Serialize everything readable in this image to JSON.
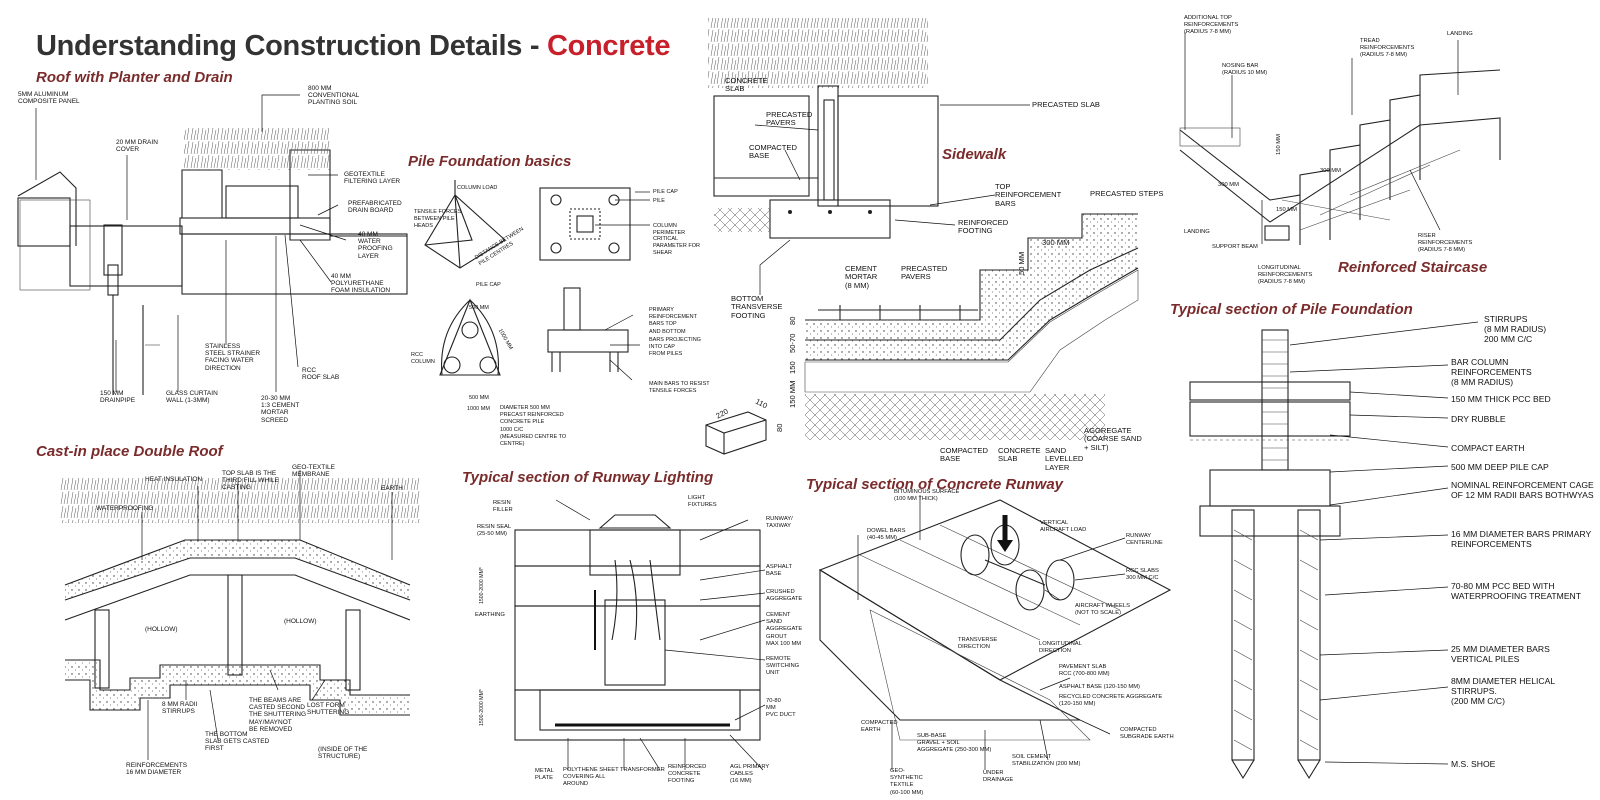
{
  "title": {
    "main": "Understanding Construction Details - ",
    "accent": "Concrete"
  },
  "colors": {
    "title": "#333333",
    "accent": "#c8202b",
    "section": "#7a2b2b"
  },
  "sections": {
    "roof": {
      "heading": "Roof with Planter and Drain",
      "labels": {
        "alu": "5MM ALUMINUM\nCOMPOSITE PANEL",
        "soil": "800 MM\nCONVENTIONAL\nPLANTING SOIL",
        "drain_cover": "20 MM DRAIN\nCOVER",
        "geotextile": "GEOTEXTILE\nFILTERING LAYER",
        "drain_board": "PREFABRICATED\nDRAIN BOARD",
        "waterproof": "40 MM\nWATER\nPROOFING\nLAYER",
        "foam": "40 MM\nPOLYURETHANE\nFOAM INSULATION",
        "strainer": "STAINLESS\nSTEEL STRAINER\nFACING WATER\nDIRECTION",
        "slab": "RCC\nROOF SLAB",
        "drainpipe": "150 MM\nDRAINPIPE",
        "curtain": "GLASS CURTAIN\nWALL (1-3MM)",
        "screed": "20-30 MM\n1:3 CEMENT\nMORTAR\nSCREED"
      }
    },
    "pile_basics": {
      "heading": "Pile Foundation basics",
      "labels": {
        "column_load": "COLUMN LOAD",
        "tensile": "TENSILE FORCES\nBETWEEN PILE\nHEADS",
        "distance": "DISTANCE BETWEEN\nPILE CENTRES",
        "pile_cap": "PILE CAP",
        "pile": "PILE",
        "col_perim": "COLUMN\nPERIMETER",
        "critical": "CRITICAL\nPARAMETER FOR\nSHEAR",
        "pile_cap2": "PILE CAP",
        "d500a": "500 MM",
        "d1000a": "1000 MM",
        "rcc_col": "RCC\nCOLUMN",
        "d500b": "500 MM",
        "d1000b": "1000 MM",
        "diameter": "DIAMETER 500 MM\nPRECAST REINFORCED\nCONCRETE PILE\n1000 C/C\n(MEASURED CENTRE TO\nCENTRE)",
        "primary": "PRIMARY\nREINFORCEMENT\nBARS TOP\nAND BOTTOM",
        "projecting": "BARS PROJECTING\nINTO CAP\nFROM PILES",
        "main_bars": "MAIN BARS TO RESIST\nTENSILE FORCES"
      }
    },
    "sidewalk": {
      "heading": "Sidewalk",
      "labels": {
        "concrete_slab": "CONCRETE\nSLAB",
        "precast_pavers": "PRECASTED\nPAVERS",
        "compacted": "COMPACTED\nBASE",
        "precast_slab": "PRECASTED SLAB",
        "top_reinf": "TOP\nREINFORCEMENT\nBARS",
        "reinf_footing": "REINFORCED\nFOOTING",
        "precast_steps": "PRECASTED STEPS",
        "d300": "300 MM",
        "d50": "50 MM",
        "cement_mortar": "CEMENT\nMORTAR\n(8 MM)",
        "pavers2": "PRECASTED\nPAVERS",
        "bottom_footing": "BOTTOM\nTRANSVERSE\nFOOTING",
        "d80": "80",
        "d5070": "50-70",
        "d150": "150",
        "d150mm": "150 MM",
        "brick_220": "220",
        "brick_110": "110",
        "brick_80": "80",
        "compacted2": "COMPACTED\nBASE",
        "concrete_slab2": "CONCRETE\nSLAB",
        "sand": "SAND\nLEVELLED\nLAYER",
        "aggregate": "AGGREGATE\n(COARSE SAND\n+ SILT)"
      }
    },
    "staircase": {
      "heading": "Reinforced Staircase",
      "labels": {
        "add_top": "ADDITIONAL TOP\nREINFORCEMENTS\n(RADIUS 7-8 MM)",
        "nosing": "NOSING BAR\n(RADIUS 10 MM)",
        "tread": "TREAD\nREINFORCEMENTS\n(RADIUS 7-8 MM)",
        "landing_top": "LANDING",
        "d150v": "150 MM",
        "d300a": "300 MM",
        "d300b": "300 MM",
        "d150b": "150 MM",
        "landing_bot": "LANDING",
        "support": "SUPPORT BEAM",
        "longitudinal": "LONGITUDINAL\nREINFORCEMENTS\n(RADIUS 7-8 MM)",
        "riser": "RISER\nREINFORCEMENTS\n(RADIUS 7-8 MM)"
      }
    },
    "double_roof": {
      "heading": "Cast-in place Double Roof",
      "labels": {
        "heat": "HEAT INSULATION",
        "top_slab": "TOP SLAB IS THE\nTHIRD FILL WHILE\nCASTING",
        "geo": "GEO-TEXTILE\nMEMBRANE",
        "earth": "EARTH",
        "waterproofing": "WATERPROOFING",
        "hollow1": "(HOLLOW)",
        "hollow2": "(HOLLOW)",
        "stirrups": "8 MM RADII\nSTIRRUPS",
        "beams": "THE BEAMS ARE\nCASTED SECOND\nTHE SHUTTERING\nMAY/MAYNOT\nBE REMOVED",
        "lost_form": "LOST FORM\nSHUTTERING",
        "bottom": "THE BOTTOM\nSLAB GETS CASTED\nFIRST",
        "reinf": "REINFORCEMENTS\n16 MM DIAMETER",
        "inside": "(INSIDE OF THE\nSTRUCTURE)"
      }
    },
    "runway_lighting": {
      "heading": "Typical section of Runway Lighting",
      "labels": {
        "resin_filler": "RESIN\nFILLER",
        "resin_seal": "RESIN SEAL\n(25-50 MM)",
        "light": "LIGHT\nFIXTURES",
        "taxiway": "RUNWAY/\nTAXIWAY",
        "asphalt": "ASPHALT\nBASE",
        "crushed": "CRUSHED\nAGGREGATE",
        "cement": "CEMENT\nSAND\nAGGREGATE\nGROUT\nMAX 100 MM",
        "remote": "REMOTE\nSWITCHING\nUNIT",
        "duct": "70-80\nMM\nPVC DUCT",
        "earthing": "EARTHING",
        "dim1": "1500-2000 MM*",
        "dim2": "1500-2000 MM*",
        "metal": "METAL\nPLATE",
        "polythene": "POLYTHENE SHEET\nCOVERING ALL\nAROUND",
        "transformer": "TRANSFORMER",
        "footing": "REINFORCED\nCONCRETE\nFOOTING",
        "agl": "AGL PRIMARY\nCABLES\n(16 MM)"
      }
    },
    "concrete_runway": {
      "heading": "Typical section of Concrete Runway",
      "labels": {
        "bituminous": "BITUMINOUS SURFACE\n(100 MM THICK)",
        "dowel": "DOWEL BARS\n(40-45 MM)",
        "vertical": "VERTICAL\nAIRCRAFT LOAD",
        "centerline": "RUNWAY\nCENTERLINE",
        "rcc_slabs": "RCC SLABS\n300 MM C/C",
        "wheels": "AIRCRAFT WHEELS\n(NOT TO SCALE)",
        "transverse": "TRANSVERSE\nDIRECTION",
        "longitudinal": "LONGITUDINAL\nDIRECTION",
        "pavement": "PAVEMENT SLAB\nRCC (700-800 MM)",
        "asphalt": "ASPHALT BASE (120-150 MM)",
        "recycled": "RECYCLED CONCRETE AGGREGATE\n(120-150 MM)",
        "compacted_earth": "COMPACTED\nEARTH",
        "subgrade": "COMPACTED\nSUBGRADE EARTH",
        "subbase": "SUB-BASE\nGRAVEL + SOIL\nAGGREGATE (250-300 MM)",
        "soil_cement": "SOIL CEMENT\nSTABILIZATION (200 MM)",
        "geo": "GEO-\nSYNTHETIC\nTEXTILE\n(60-100 MM)",
        "under": "UNDER\nDRAINAGE"
      }
    },
    "pile_section": {
      "heading": "Typical section of Pile Foundation",
      "labels": {
        "stirrups": "STIRRUPS\n(8 MM RADIUS)\n200 MM C/C",
        "bar_column": "BAR COLUMN\nREINFORCEMENTS\n(8 MM RADIUS)",
        "pcc_bed": "150 MM THICK PCC BED",
        "rubble": "DRY RUBBLE",
        "compact_earth": "COMPACT EARTH",
        "pile_cap": "500 MM DEEP PILE CAP",
        "cage": "NOMINAL REINFORCEMENT CAGE\nOF 12 MM RADII BARS BOTHWYAS",
        "bars16": "16 MM DIAMETER BARS PRIMARY\nREINFORCEMENTS",
        "pcc80": "70-80 MM PCC BED WITH\nWATERPROOFING TREATMENT",
        "bars25": "25 MM DIAMETER BARS\nVERTICAL PILES",
        "helical": "8MM DIAMETER HELICAL\nSTIRRUPS.\n(200 MM C/C)",
        "shoe": "M.S. SHOE"
      }
    }
  }
}
